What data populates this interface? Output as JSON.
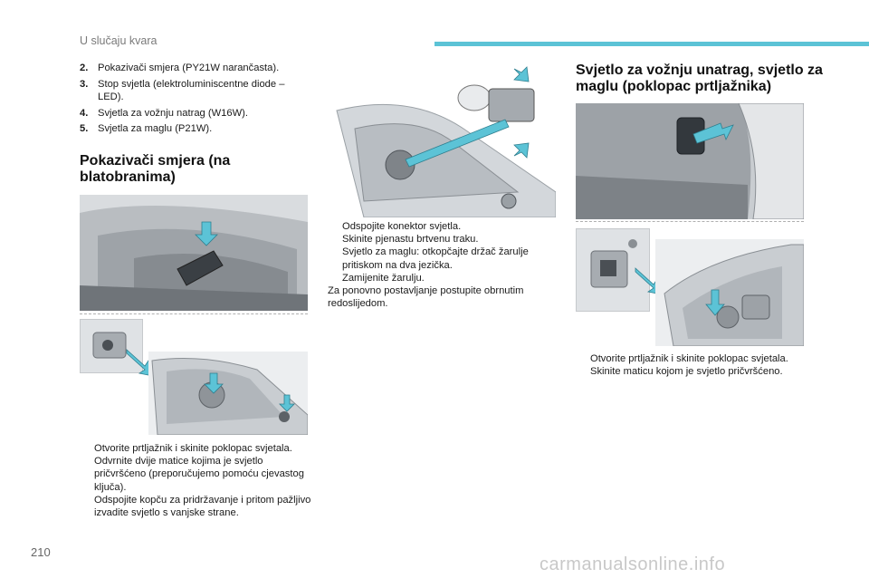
{
  "header": {
    "section": "U slučaju kvara"
  },
  "list_top": [
    {
      "num": "2.",
      "text": "Pokazivači smjera (PY21W narančasta)."
    },
    {
      "num": "3.",
      "text": "Stop svjetla (elektroluminiscentne diode – LED)."
    },
    {
      "num": "4.",
      "text": "Svjetla za vožnju natrag (W16W)."
    },
    {
      "num": "5.",
      "text": "Svjetla za maglu (P21W)."
    }
  ],
  "section1": {
    "title": "Pokazivači smjera (na blatobranima)",
    "steps": [
      "Otvorite prtljažnik i skinite poklopac svjetala.",
      "Odvrnite dvije matice kojima je svjetlo pričvršćeno (preporučujemo pomoću cjevastog ključa).",
      "Odspojite kopču za pridržavanje i pritom pažljivo izvadite svjetlo s vanjske strane."
    ]
  },
  "section_mid": {
    "steps": [
      "Odspojite konektor svjetla.",
      "Skinite pjenastu brtvenu traku.",
      "Svjetlo za maglu: otkopčajte držač žarulje pritiskom na dva jezička.",
      "Zamijenite žarulju."
    ],
    "note": "Za ponovno postavljanje postupite obrnutim redoslijedom."
  },
  "section2": {
    "title": "Svjetlo za vožnju unatrag, svjetlo za maglu (poklopac prtljažnika)",
    "steps": [
      "Otvorite prtljažnik i skinite poklopac svjetala.",
      "Skinite maticu kojom je svjetlo pričvršćeno."
    ]
  },
  "bullet_glyph": "",
  "footer": {
    "page_number": "210",
    "watermark": "carmanualsonline.info"
  },
  "colors": {
    "accent": "#5cc3d6",
    "arrow_outline": "#2f7f8f"
  }
}
